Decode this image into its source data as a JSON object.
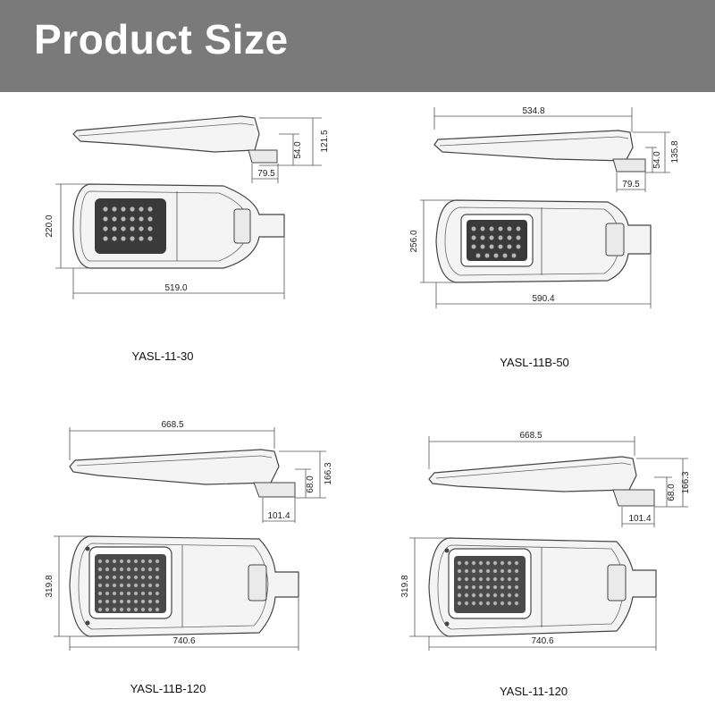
{
  "header": {
    "title": "Product Size"
  },
  "drawings": [
    {
      "model": "YASL-11-30",
      "dims": {
        "length": "519.0",
        "width": "220.0",
        "height": "121.5",
        "arm_height": "54.0",
        "arm_length": "79.5"
      }
    },
    {
      "model": "YASL-11B-50",
      "dims": {
        "top_length": "534.8",
        "length": "590.4",
        "width": "256.0",
        "height": "135.8",
        "arm_height": "54.0",
        "arm_length": "79.5"
      }
    },
    {
      "model": "YASL-11B-120",
      "dims": {
        "top_length": "668.5",
        "length": "740.6",
        "width": "319.8",
        "height": "166.3",
        "arm_height": "68.0",
        "arm_length": "101.4"
      }
    },
    {
      "model": "YASL-11-120",
      "dims": {
        "top_length": "668.5",
        "length": "740.6",
        "width": "319.8",
        "height": "166.3",
        "arm_height": "68.0",
        "arm_length": "101.4"
      }
    }
  ]
}
